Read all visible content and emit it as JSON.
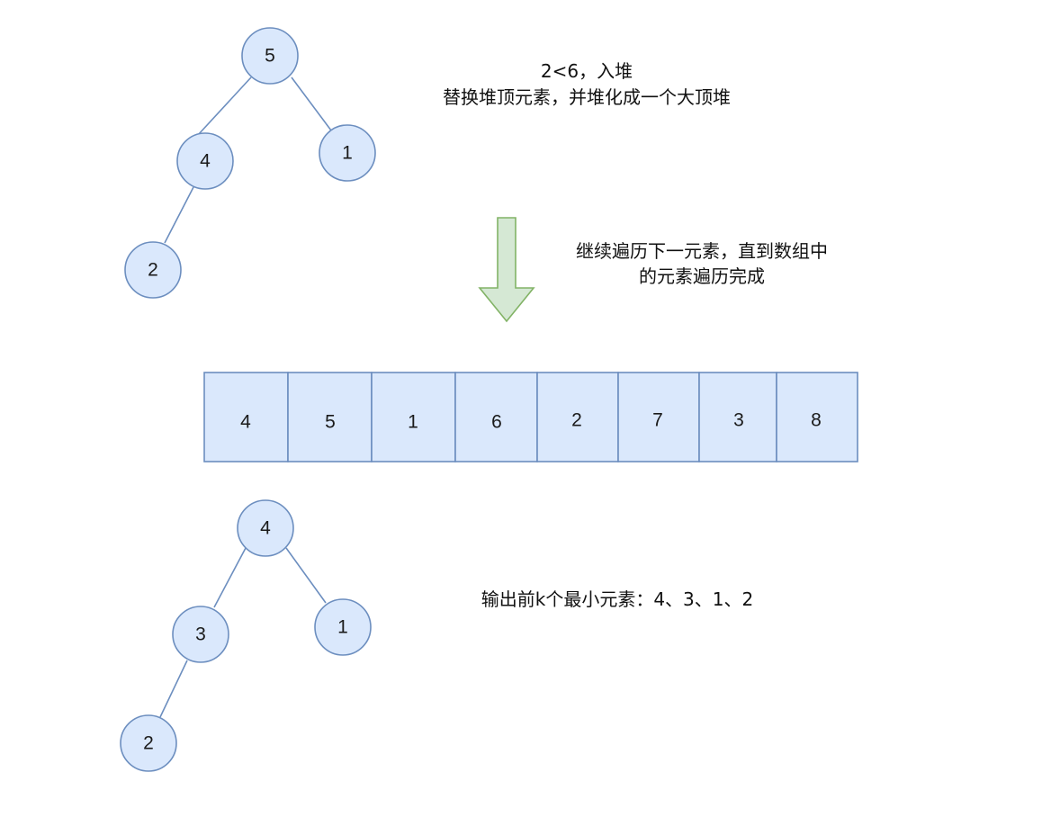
{
  "top_heap": {
    "root": "5",
    "left": "4",
    "right": "1",
    "left_left": "2"
  },
  "top_caption": {
    "line1": "2<6，入堆",
    "line2": "替换堆顶元素，并堆化成一个大顶堆"
  },
  "arrow_caption": {
    "line1": "继续遍历下一元素，直到数组中",
    "line2": "的元素遍历完成"
  },
  "array": [
    "4",
    "5",
    "1",
    "6",
    "2",
    "7",
    "3",
    "8"
  ],
  "bottom_heap": {
    "root": "4",
    "left": "3",
    "right": "1",
    "left_left": "2"
  },
  "result_caption": "输出前k个最小元素：4、3、1、2",
  "colors": {
    "node_fill": "#dae8fc",
    "node_stroke": "#6c8ebf",
    "arrow_fill": "#d5e8d4",
    "arrow_stroke": "#82b366"
  }
}
